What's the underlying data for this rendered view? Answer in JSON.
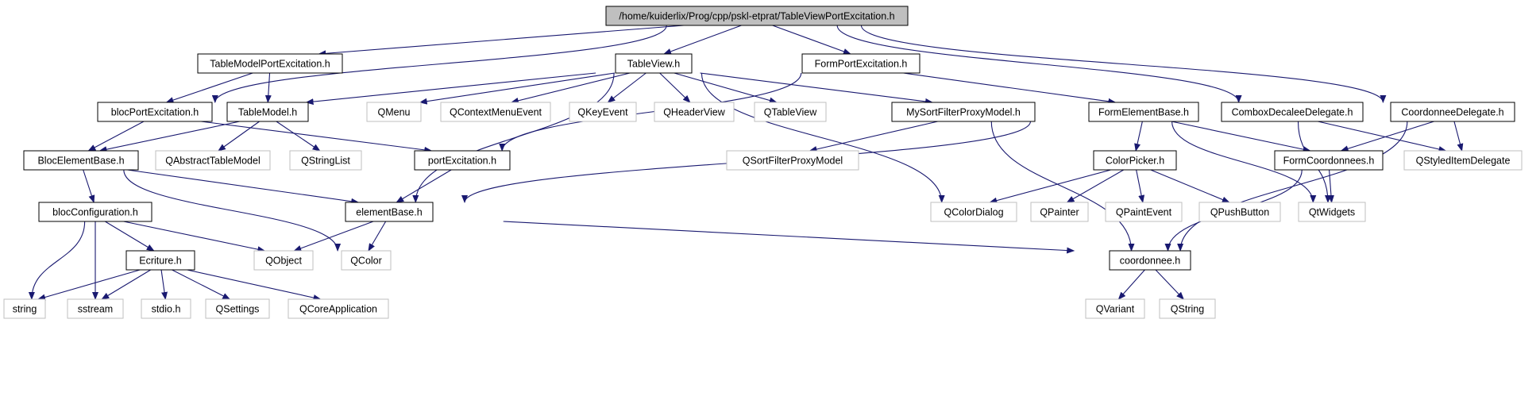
{
  "title": "/home/kuiderlix/Prog/cpp/pskl-etprat/TableViewPortExcitation.h",
  "colors": {
    "edge": "#191970",
    "internal_border": "#000000",
    "external_border": "#bfbfbf",
    "root_fill": "#bfbfbf"
  },
  "nodes": [
    {
      "id": "root",
      "label": "/home/kuiderlix/Prog/cpp/pskl-etprat/TableViewPortExcitation.h",
      "kind": "root"
    },
    {
      "id": "tablemodelportexcitation",
      "label": "TableModelPortExcitation.h",
      "kind": "internal"
    },
    {
      "id": "tableview",
      "label": "TableView.h",
      "kind": "internal"
    },
    {
      "id": "formportexcitation",
      "label": "FormPortExcitation.h",
      "kind": "internal"
    },
    {
      "id": "blocportexcitation",
      "label": "blocPortExcitation.h",
      "kind": "internal"
    },
    {
      "id": "tablemodel",
      "label": "TableModel.h",
      "kind": "internal"
    },
    {
      "id": "qmenu",
      "label": "QMenu",
      "kind": "external"
    },
    {
      "id": "qcontextmenuevent",
      "label": "QContextMenuEvent",
      "kind": "external"
    },
    {
      "id": "qkeyevent",
      "label": "QKeyEvent",
      "kind": "external"
    },
    {
      "id": "qheaderview",
      "label": "QHeaderView",
      "kind": "external"
    },
    {
      "id": "qtableview",
      "label": "QTableView",
      "kind": "external"
    },
    {
      "id": "mysortfilterproxymodel",
      "label": "MySortFilterProxyModel.h",
      "kind": "internal"
    },
    {
      "id": "formelementbase",
      "label": "FormElementBase.h",
      "kind": "internal"
    },
    {
      "id": "comboxdecaleedelegate",
      "label": "ComboxDecaleeDelegate.h",
      "kind": "internal"
    },
    {
      "id": "coordonneedelegate",
      "label": "CoordonneeDelegate.h",
      "kind": "internal"
    },
    {
      "id": "blocelementbase",
      "label": "BlocElementBase.h",
      "kind": "internal"
    },
    {
      "id": "qabstracttablemodel",
      "label": "QAbstractTableModel",
      "kind": "external"
    },
    {
      "id": "qstringlist",
      "label": "QStringList",
      "kind": "external"
    },
    {
      "id": "portexcitation",
      "label": "portExcitation.h",
      "kind": "internal"
    },
    {
      "id": "qsortfilterproxymodel",
      "label": "QSortFilterProxyModel",
      "kind": "external"
    },
    {
      "id": "colorpicker",
      "label": "ColorPicker.h",
      "kind": "internal"
    },
    {
      "id": "formcoordonnees",
      "label": "FormCoordonnees.h",
      "kind": "internal"
    },
    {
      "id": "qstyleditemdelegate",
      "label": "QStyledItemDelegate",
      "kind": "external"
    },
    {
      "id": "blocconfiguration",
      "label": "blocConfiguration.h",
      "kind": "internal"
    },
    {
      "id": "elementbase",
      "label": "elementBase.h",
      "kind": "internal"
    },
    {
      "id": "qcolordialog",
      "label": "QColorDialog",
      "kind": "external"
    },
    {
      "id": "qpainter",
      "label": "QPainter",
      "kind": "external"
    },
    {
      "id": "qpaintevent",
      "label": "QPaintEvent",
      "kind": "external"
    },
    {
      "id": "qpushbutton",
      "label": "QPushButton",
      "kind": "external"
    },
    {
      "id": "qtwidgets",
      "label": "QtWidgets",
      "kind": "external"
    },
    {
      "id": "ecriture",
      "label": "Ecriture.h",
      "kind": "internal"
    },
    {
      "id": "qobject",
      "label": "QObject",
      "kind": "external"
    },
    {
      "id": "qcolor",
      "label": "QColor",
      "kind": "external"
    },
    {
      "id": "coordonnee",
      "label": "coordonnee.h",
      "kind": "internal"
    },
    {
      "id": "string",
      "label": "string",
      "kind": "external"
    },
    {
      "id": "sstream",
      "label": "sstream",
      "kind": "external"
    },
    {
      "id": "stdio",
      "label": "stdio.h",
      "kind": "external"
    },
    {
      "id": "qsettings",
      "label": "QSettings",
      "kind": "external"
    },
    {
      "id": "qcoreapplication",
      "label": "QCoreApplication",
      "kind": "external"
    },
    {
      "id": "qvariant",
      "label": "QVariant",
      "kind": "external"
    },
    {
      "id": "qstring",
      "label": "QString",
      "kind": "external"
    }
  ],
  "edges": [
    [
      "root",
      "blocportexcitation"
    ],
    [
      "root",
      "tablemodelportexcitation"
    ],
    [
      "root",
      "tableview"
    ],
    [
      "root",
      "formportexcitation"
    ],
    [
      "root",
      "comboxdecaleedelegate"
    ],
    [
      "root",
      "coordonneedelegate"
    ],
    [
      "tablemodelportexcitation",
      "blocportexcitation"
    ],
    [
      "tablemodelportexcitation",
      "tablemodel"
    ],
    [
      "tableview",
      "tablemodel"
    ],
    [
      "tableview",
      "elementbase"
    ],
    [
      "tableview",
      "qmenu"
    ],
    [
      "tableview",
      "qcontextmenuevent"
    ],
    [
      "tableview",
      "qkeyevent"
    ],
    [
      "tableview",
      "qheaderview"
    ],
    [
      "tableview",
      "qtableview"
    ],
    [
      "tableview",
      "mysortfilterproxymodel"
    ],
    [
      "tableview",
      "qcolordialog"
    ],
    [
      "formportexcitation",
      "portexcitation"
    ],
    [
      "formportexcitation",
      "formelementbase"
    ],
    [
      "blocportexcitation",
      "blocelementbase"
    ],
    [
      "blocportexcitation",
      "portexcitation"
    ],
    [
      "tablemodel",
      "blocelementbase"
    ],
    [
      "tablemodel",
      "qabstracttablemodel"
    ],
    [
      "tablemodel",
      "qstringlist"
    ],
    [
      "mysortfilterproxymodel",
      "qsortfilterproxymodel"
    ],
    [
      "mysortfilterproxymodel",
      "coordonnee"
    ],
    [
      "formelementbase",
      "elementbase"
    ],
    [
      "formelementbase",
      "colorpicker"
    ],
    [
      "formelementbase",
      "formcoordonnees"
    ],
    [
      "formelementbase",
      "qtwidgets"
    ],
    [
      "comboxdecaleedelegate",
      "qstyleditemdelegate"
    ],
    [
      "comboxdecaleedelegate",
      "qtwidgets"
    ],
    [
      "coordonneedelegate",
      "formcoordonnees"
    ],
    [
      "coordonneedelegate",
      "qstyleditemdelegate"
    ],
    [
      "coordonneedelegate",
      "coordonnee"
    ],
    [
      "blocelementbase",
      "blocconfiguration"
    ],
    [
      "blocelementbase",
      "elementbase"
    ],
    [
      "blocelementbase",
      "qcolor"
    ],
    [
      "portexcitation",
      "elementbase"
    ],
    [
      "colorpicker",
      "qcolordialog"
    ],
    [
      "colorpicker",
      "qpainter"
    ],
    [
      "colorpicker",
      "qpaintevent"
    ],
    [
      "colorpicker",
      "qpushbutton"
    ],
    [
      "formcoordonnees",
      "qtwidgets"
    ],
    [
      "formcoordonnees",
      "coordonnee"
    ],
    [
      "blocconfiguration",
      "ecriture"
    ],
    [
      "blocconfiguration",
      "qobject"
    ],
    [
      "blocconfiguration",
      "string"
    ],
    [
      "blocconfiguration",
      "sstream"
    ],
    [
      "elementbase",
      "qobject"
    ],
    [
      "elementbase",
      "qcolor"
    ],
    [
      "elementbase",
      "coordonnee"
    ],
    [
      "ecriture",
      "string"
    ],
    [
      "ecriture",
      "sstream"
    ],
    [
      "ecriture",
      "stdio"
    ],
    [
      "ecriture",
      "qsettings"
    ],
    [
      "ecriture",
      "qcoreapplication"
    ],
    [
      "coordonnee",
      "qvariant"
    ],
    [
      "coordonnee",
      "qstring"
    ]
  ]
}
